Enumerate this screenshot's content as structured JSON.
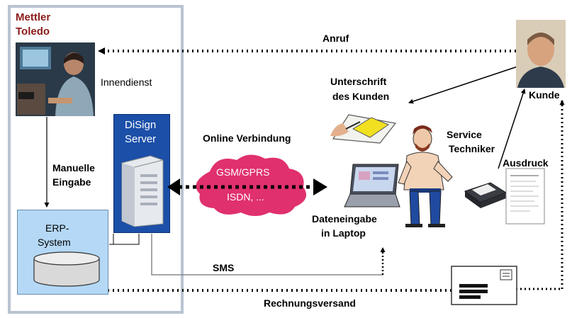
{
  "company": {
    "name_line1": "Mettler",
    "name_line2": "Toledo"
  },
  "labels": {
    "innendienst": "Innendienst",
    "manuelle_line1": "Manuelle",
    "manuelle_line2": "Eingabe",
    "erp_line1": "ERP-",
    "erp_line2": "System",
    "server_line1": "DiSign",
    "server_line2": "Server",
    "online": "Online Verbindung",
    "cloud_line1": "GSM/GPRS",
    "cloud_line2": "ISDN, ...",
    "anruf": "Anruf",
    "unterschrift_line1": "Unterschrift",
    "unterschrift_line2": "des Kunden",
    "kunde": "Kunde",
    "service_line1": "Service",
    "service_line2": "Techniker",
    "ausdruck": "Ausdruck",
    "dateneingabe_line1": "Dateneingabe",
    "dateneingabe_line2": "in Laptop",
    "sms": "SMS",
    "rechnungsversand": "Rechnungsversand"
  },
  "colors": {
    "company_text": "#8b1a1a",
    "panel_border": "#b9c3d2",
    "erp_fill": "#b4d8f5",
    "server_fill": "#1b4fa8",
    "cloud_fill": "#e0306e",
    "arrow": "#000000"
  }
}
